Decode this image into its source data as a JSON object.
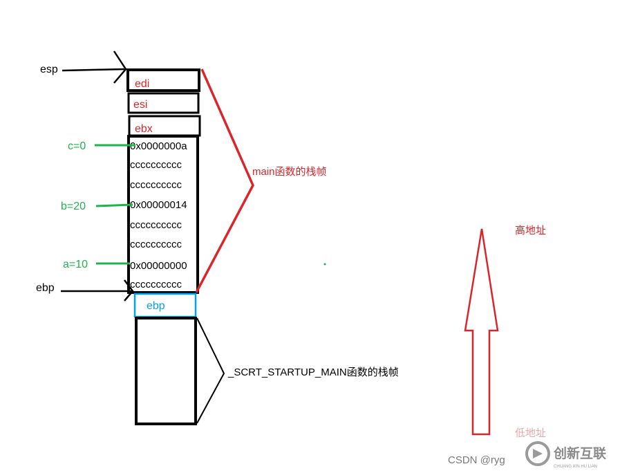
{
  "diagram": {
    "pointers": {
      "esp": "esp",
      "ebp": "ebp"
    },
    "registers": {
      "edi": "edi",
      "esi": "esi",
      "ebx": "ebx"
    },
    "stack_cells": [
      "0x0000000a",
      "cccccccccc",
      "cccccccccc",
      "0x00000014",
      "cccccccccc",
      "cccccccccc",
      "0x00000000",
      "cccccccccc"
    ],
    "variables": {
      "c": "c=0",
      "b": "b=20",
      "a": "a=10"
    },
    "saved_ebp": "ebp",
    "main_frame_label": "main函数的栈帧",
    "caller_frame_label": "_SCRT_STARTUP_MAIN函数的栈帧",
    "high_address_label": "高地址",
    "low_address_label": "低地址"
  },
  "watermark": {
    "csdn": "CSDN @ryg",
    "brand": "创新互联",
    "brand_sub": "CHUANG XIN HU LIAN"
  },
  "colors": {
    "stroke": "#000000",
    "red": "#d9252b",
    "green": "#22b14c",
    "blue": "#00a2e8",
    "watermark_gray": "#7a7a7a"
  }
}
